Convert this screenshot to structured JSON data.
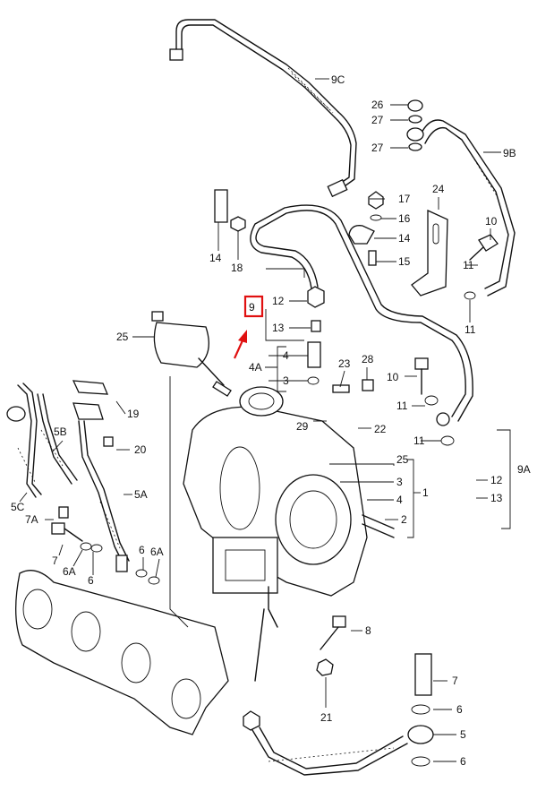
{
  "highlight_color": "#e01010",
  "labels": {
    "l9C": "9C",
    "l26": "26",
    "l27a": "27",
    "l27b": "27",
    "l9B": "9B",
    "l17": "17",
    "l24": "24",
    "l16": "16",
    "l14a": "14",
    "l18": "18",
    "l14b": "14",
    "l15": "15",
    "l10a": "10",
    "l11a": "11",
    "l11b": "11",
    "l12a": "12",
    "l9": "9",
    "l13a": "13",
    "l25a": "25",
    "l4a": "4",
    "l4A": "4A",
    "l3a": "3",
    "l28": "28",
    "l23": "23",
    "l10b": "10",
    "l19": "19",
    "l11c": "11",
    "l5B": "5B",
    "l20": "20",
    "l29": "29",
    "l22": "22",
    "l11d": "11",
    "l25b": "25",
    "l3b": "3",
    "l4b": "4",
    "l1": "1",
    "l2": "2",
    "l12b": "12",
    "l13b": "13",
    "l9A": "9A",
    "l5C": "5C",
    "l5A": "5A",
    "l7Aa": "7A",
    "l7a": "7",
    "l6Aa": "6A",
    "l6a": "6",
    "l6b": "6",
    "l6Ab": "6A",
    "l8": "8",
    "l7b": "7",
    "l6c": "6",
    "l21": "21",
    "l5": "5",
    "l6d": "6"
  }
}
